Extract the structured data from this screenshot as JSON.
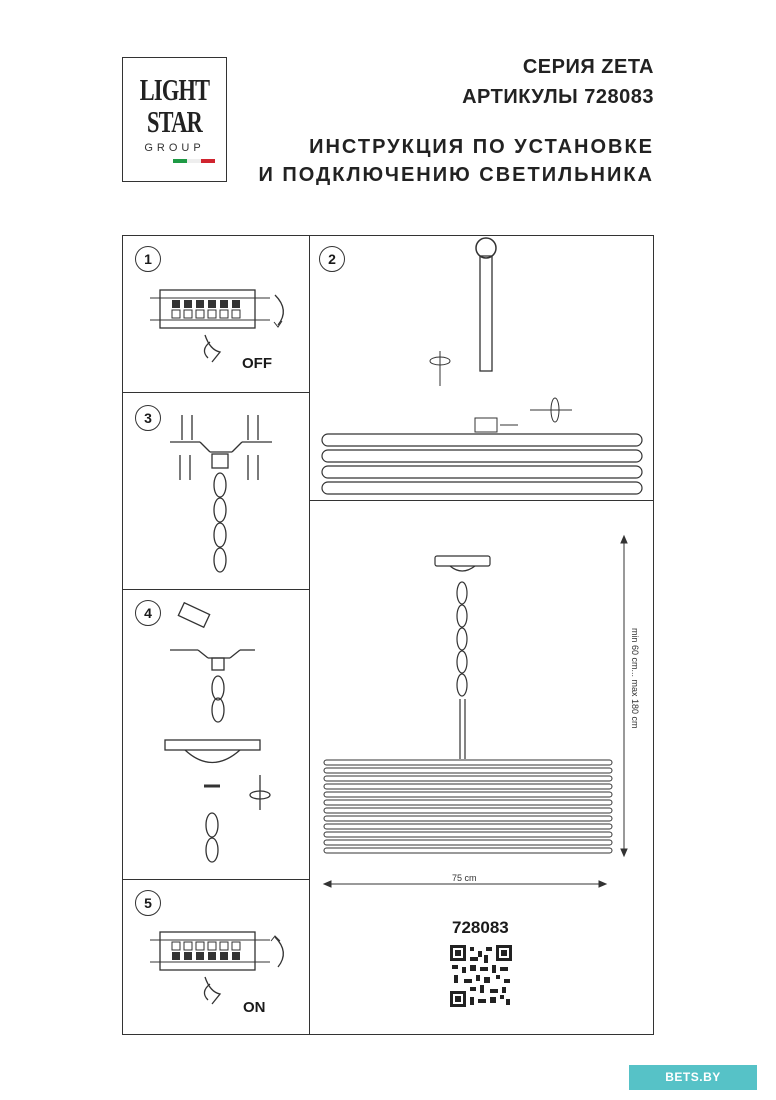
{
  "logo": {
    "line1": "LIGHT",
    "line2": "STAR",
    "line3": "GROUP",
    "flag_colors": [
      "#1e9a45",
      "#ffffff",
      "#d0242f"
    ]
  },
  "header": {
    "series": "СЕРИЯ ZETA",
    "articles": "АРТИКУЛЫ 728083",
    "title1": "ИНСТРУКЦИЯ ПО УСТАНОВКЕ",
    "title2": "И ПОДКЛЮЧЕНИЮ СВЕТИЛЬНИКА"
  },
  "steps": [
    "1",
    "2",
    "3",
    "4",
    "5"
  ],
  "labels": {
    "off": "OFF",
    "on": "ON"
  },
  "product": {
    "height_range": "min 60 cm... max 180 cm",
    "width": "75 cm",
    "article": "728083"
  },
  "watermark": "BETS.BY"
}
